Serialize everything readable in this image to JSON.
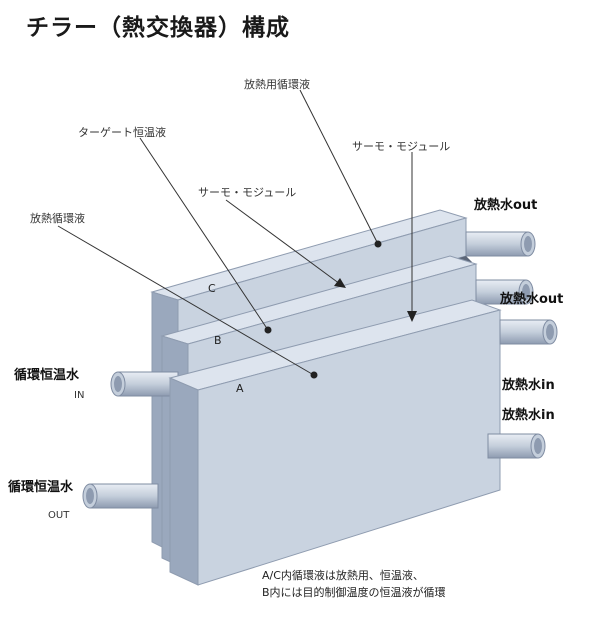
{
  "title": "チラー（熱交換器）構成",
  "labels": {
    "radiator_fluid": "放熱用循環液",
    "target_fluid": "ターゲート恒温液",
    "thermo_module_right": "サーモ・モジュール",
    "thermo_module_left": "サーモ・モジュール",
    "radiator_circulation": "放熱循環液"
  },
  "plates": {
    "a": "A",
    "b": "B",
    "c": "C"
  },
  "ports": {
    "right_out_1": "放熱水out",
    "right_out_2": "放熱水out",
    "right_in_1": "放熱水in",
    "right_in_2": "放熱水in",
    "left_in": "循環恒温水",
    "left_in_sub": "IN",
    "left_out": "循環恒温水",
    "left_out_sub": "OUT"
  },
  "note": {
    "line1": "A/C内循環液は放熱用、恒温液、",
    "line2": "B内には目的制御温度の恒温液が循環"
  },
  "colors": {
    "plate_front": "#c9d3e0",
    "plate_top": "#dde4ee",
    "plate_side": "#9aa8bd",
    "pipe": "#c4cedb",
    "pipe_end": "#8e9bb0",
    "leader": "#333333"
  }
}
